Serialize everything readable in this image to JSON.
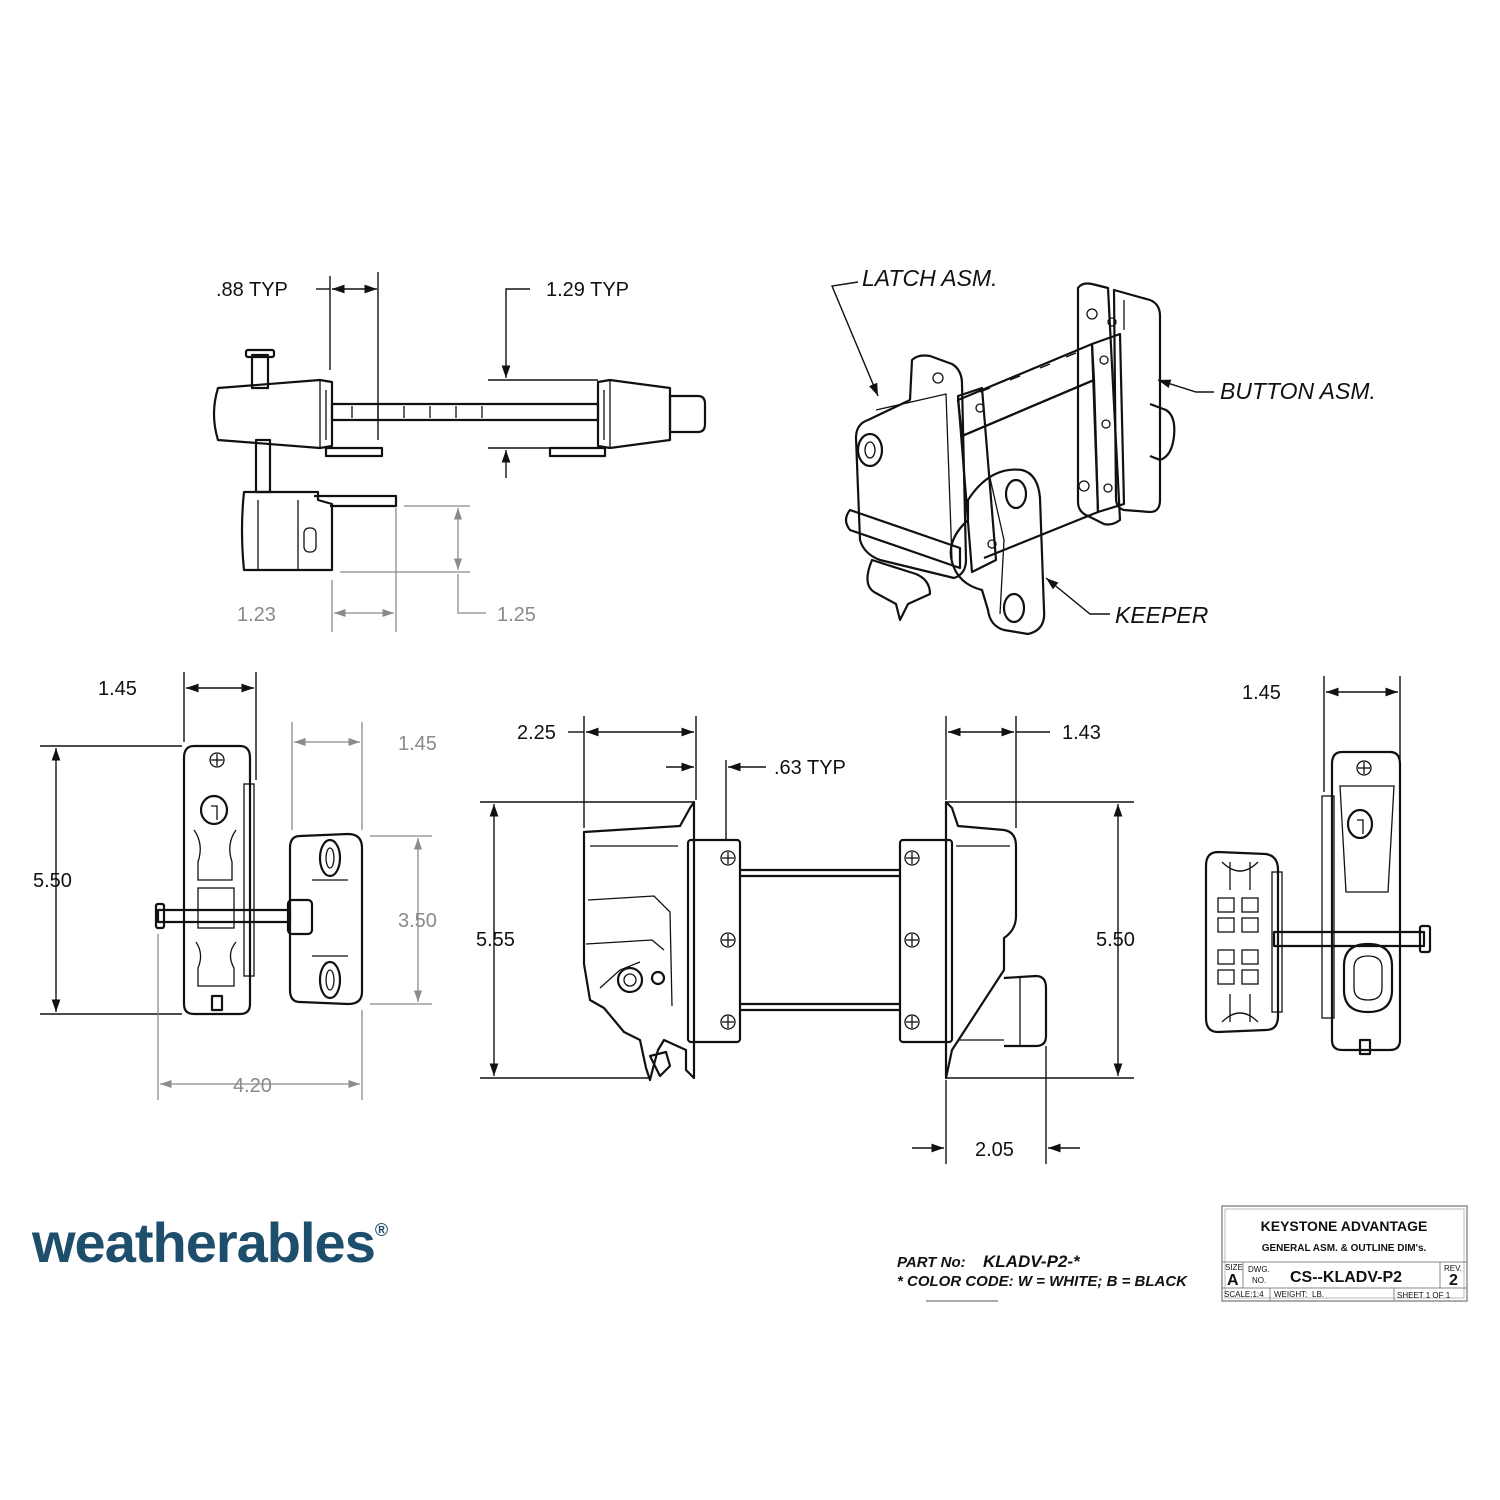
{
  "brand": {
    "name": "weatherables",
    "mark": "®"
  },
  "labels": {
    "latch": "LATCH ASM.",
    "button": "BUTTON ASM.",
    "keeper": "KEEPER"
  },
  "dimensions": {
    "top_88": ".88 TYP",
    "top_129": "1.29 TYP",
    "top_123": "1.23",
    "top_125": "1.25",
    "left_145": "1.45",
    "left_550": "5.50",
    "left_g145": "1.45",
    "left_350": "3.50",
    "left_420": "4.20",
    "mid_225": "2.25",
    "mid_063": ".63 TYP",
    "mid_143": "1.43",
    "mid_555": "5.55",
    "mid_550": "5.50",
    "mid_205": "2.05",
    "right_145": "1.45"
  },
  "part": {
    "label": "PART No:",
    "number": "KLADV-P2-*",
    "color_code": "* COLOR CODE:  W = WHITE;  B = BLACK"
  },
  "title_block": {
    "title": "KEYSTONE ADVANTAGE",
    "subtitle": "GENERAL ASM. & OUTLINE DIM's.",
    "size_label": "SIZE",
    "size": "A",
    "dwg_label": "DWG.",
    "no_label": "NO.",
    "dwg_no": "CS--KLADV-P2",
    "rev_label": "REV.",
    "rev": "2",
    "scale": "SCALE:1:4",
    "weight_label": "WEIGHT:",
    "weight": "LB.",
    "sheet": "SHEET 1 OF 1"
  },
  "colors": {
    "brand": "#1d4e6b",
    "line": "#111111",
    "grey_dim": "#8a8a8a"
  }
}
